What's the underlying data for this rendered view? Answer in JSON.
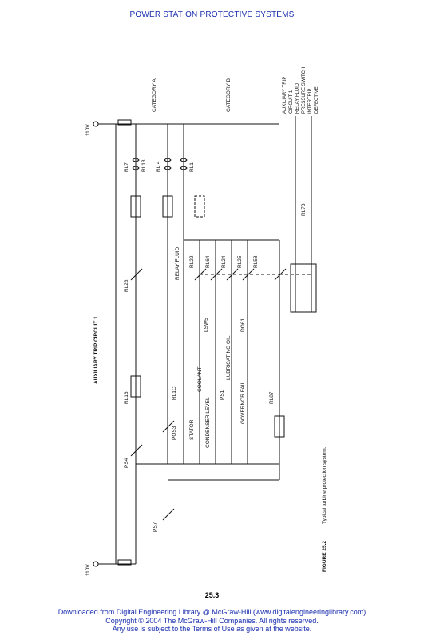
{
  "header": {
    "title": "POWER STATION PROTECTIVE SYSTEMS"
  },
  "page_number": "25.3",
  "figure": {
    "caption_label": "FIGURE 25.2",
    "caption_text": "Typical turbine protection system.",
    "circuit_title": "AUXILIARY TRIP CIRCUIT 1",
    "supply_top": "110V",
    "supply_bottom": "110V",
    "category_a": "CATEGORY A",
    "category_b": "CATEGORY B",
    "legend_lines": [
      "AUXILIARY TRIP",
      "CIRCUIT 1",
      "RELAY FLUID",
      "PRESSURE SWITCH",
      "INTERTRIP",
      "DEFECTIVE"
    ],
    "labels": {
      "rl7": "RL7",
      "rl13": "RL13",
      "rl4": "RL 4",
      "rl1": "RL1",
      "relay_fluid": "RELAY FLUID",
      "rl23": "RL23",
      "rl22": "RL22",
      "rl64": "RL64",
      "rl24": "RL24",
      "rl25": "RL25",
      "rl58": "RL58",
      "lsw5": "LSW5",
      "lubricating_oil": "LUBRICATING OIL",
      "do61": "DO61",
      "coolant": "COOLANT",
      "rl16": "RL16",
      "rl1c": "RL1C",
      "condenser_level": "CONDENSER LEVEL",
      "ps1": "PS1",
      "governor_fail": "GOVERNOR FAIL",
      "rl87": "RL87",
      "pos3": "POS3",
      "stator": "STATOR",
      "ps4": "PS4",
      "ps7": "PS7",
      "rl73": "RL73"
    }
  },
  "footer": {
    "line1": "Downloaded from Digital Engineering Library @ McGraw-Hill (www.digitalengineeringlibrary.com)",
    "line2": "Copyright © 2004 The McGraw-Hill Companies. All rights reserved.",
    "line3": "Any use is subject to the Terms of Use as given at the website."
  }
}
